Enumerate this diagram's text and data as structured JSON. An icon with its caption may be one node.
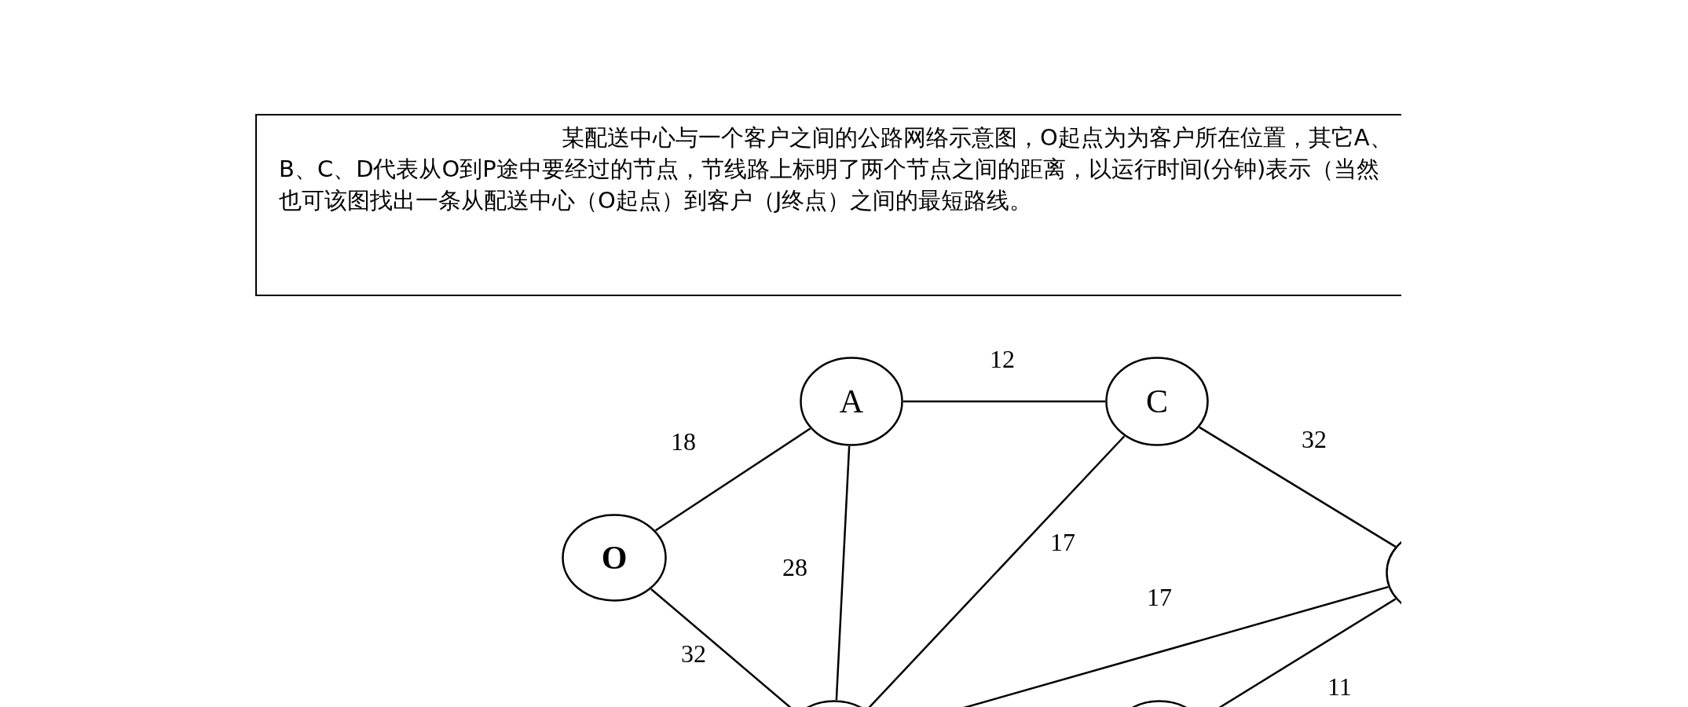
{
  "diagram": {
    "nodes": [
      {
        "text": [
          "某配送中心与一个客户之间的公路网络示意图，O起点为为客户所在位置，其它A、B、C、D代表从O到P途中要经过的节点，节线路上标明了两个节点之间的距离，以运行时间(分钟)表示（当然也可该图找出一条从配送中心（O起点）到客户（J终点）之间的最短路线。"
        ]
      },
      {
        "text": [
          "**O**"
        ]
      },
      {
        "text": [
          "A"
        ]
      },
      {
        "text": [
          "C"
        ]
      },
      {
        "text": [],
        "shape": "circle"
      },
      {
        "text": [],
        "shape": "circle"
      },
      {
        "text": [],
        "shape": "circle"
      }
    ],
    "edges": [
      {
        "from": 1,
        "to": 2,
        "arrow": "none",
        "label": "18"
      },
      {
        "from": 2,
        "to": 3,
        "arrow": "none",
        "label": "12"
      },
      {
        "from": 3,
        "to": 4,
        "arrow": "none",
        "label": "32"
      },
      {
        "from": 2,
        "to": 5,
        "arrow": "none",
        "label": "28"
      },
      {
        "from": 3,
        "to": 5,
        "arrow": "none",
        "label": "17"
      },
      {
        "from": 5,
        "to": 4,
        "arrow": "none",
        "label": "17"
      },
      {
        "from": 1,
        "to": 5,
        "arrow": "none",
        "label": "32"
      },
      {
        "from": 6,
        "to": 4,
        "arrow": "none",
        "label": "11"
      }
    ]
  }
}
